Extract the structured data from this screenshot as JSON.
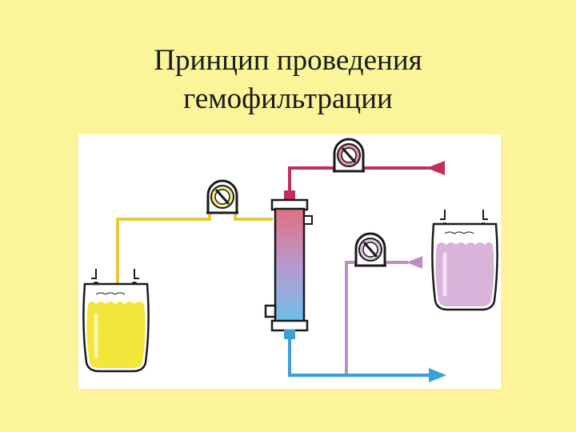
{
  "slide": {
    "title_line1": "Принцип проведения",
    "title_line2": "гемофильтрации"
  },
  "colors": {
    "background": "#FBF59A",
    "substitution_line": "#E8C840",
    "blood_inflow": "#C0305A",
    "blood_outflow": "#3CA0D8",
    "filtrate_line": "#C08CC8",
    "substitution_fluid": "#F2E63A",
    "filtrate_fluid": "#D8B4D8"
  },
  "diagram": {
    "components": [
      {
        "name": "substitution-bag",
        "icon": "fluid-bag-yellow"
      },
      {
        "name": "substitution-pump",
        "icon": "roller-pump-yellow"
      },
      {
        "name": "hemofilter",
        "icon": "filter-column"
      },
      {
        "name": "blood-pump",
        "icon": "roller-pump-red"
      },
      {
        "name": "filtrate-pump",
        "icon": "roller-pump-violet"
      },
      {
        "name": "filtrate-bag",
        "icon": "fluid-bag-violet"
      }
    ]
  }
}
